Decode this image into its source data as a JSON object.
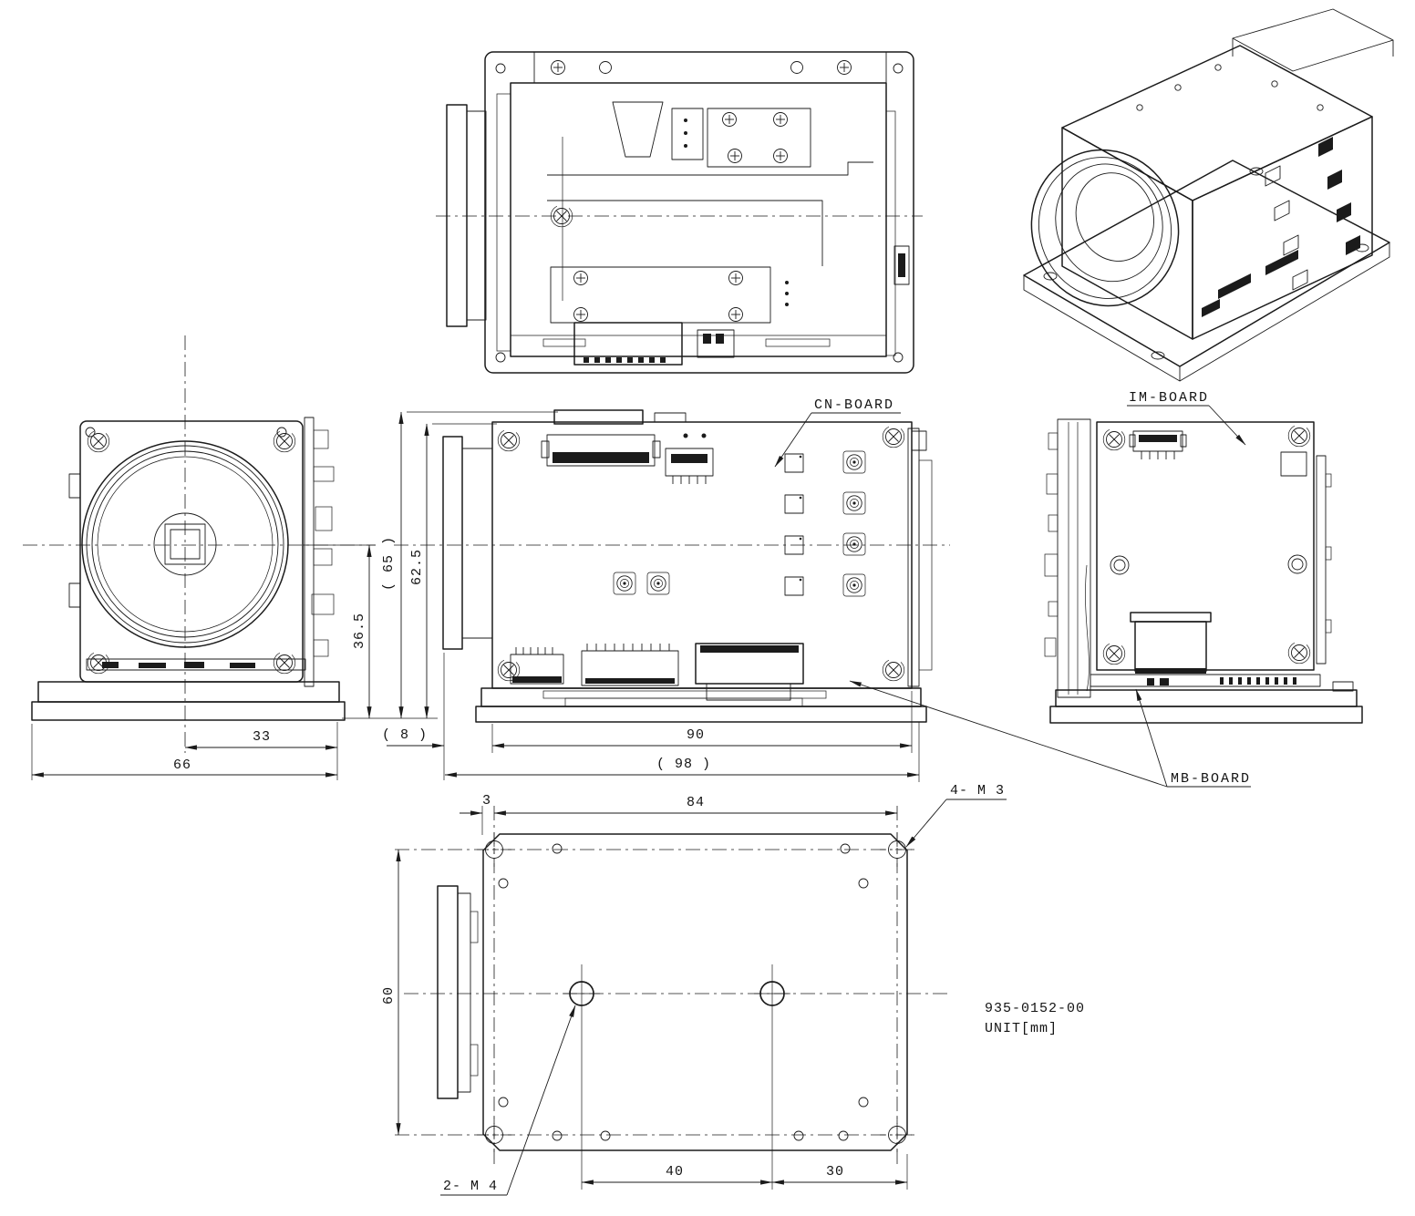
{
  "drawing": {
    "title_block": {
      "part_number": "935-0152-00",
      "unit": "UNIT[mm]"
    },
    "board_labels": {
      "cn": "CN-BOARD",
      "im": "IM-BOARD",
      "mb": "MB-BOARD"
    },
    "thread_callouts": {
      "m3": "4- M 3",
      "m4": "2- M 4"
    },
    "dimensions": {
      "front_half_width": "33",
      "front_width": "66",
      "axis_to_base": "36.5",
      "overall_height_ref": "( 65 )",
      "body_height": "62.5",
      "lens_protrusion_ref": "( 8 )",
      "body_depth": "90",
      "overall_depth_ref": "( 98 )",
      "hole_edge_offset": "3",
      "hole_span_depth": "84",
      "base_hole_span_height": "60",
      "m4_hole_span": "40",
      "m4_to_edge": "30"
    }
  }
}
